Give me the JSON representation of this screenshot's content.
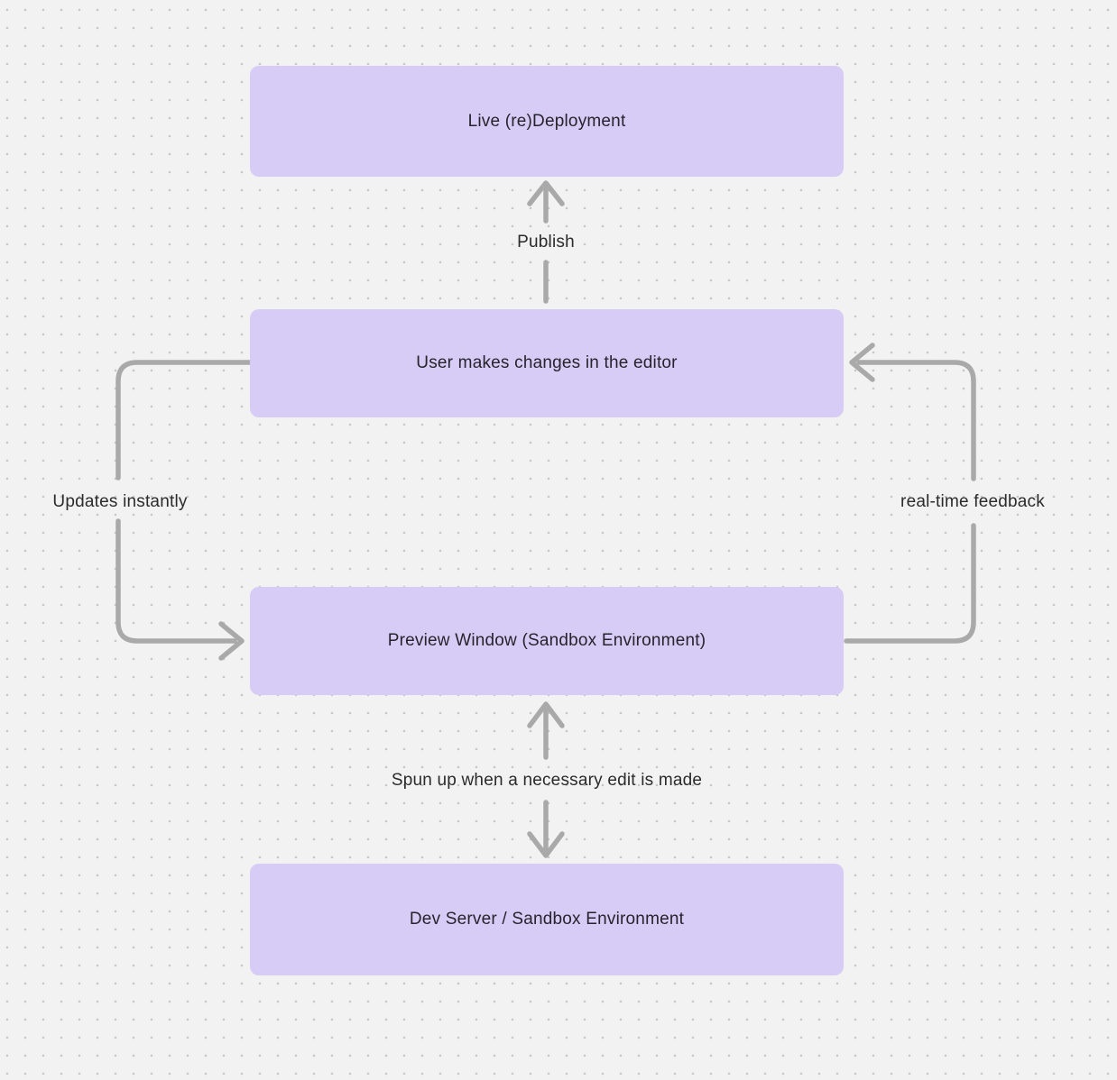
{
  "colors": {
    "background": "#f2f2f2",
    "grid_dot": "#c6c6c6",
    "node_fill": "#d7ccf5",
    "arrow": "#a9a9a9",
    "node_text": "#26242c",
    "label_text": "#2b2b2b"
  },
  "diagram": {
    "nodes": [
      {
        "id": "live-redeployment",
        "label": "Live (re)Deployment"
      },
      {
        "id": "user-editor",
        "label": "User makes changes in the editor"
      },
      {
        "id": "preview-window",
        "label": "Preview Window (Sandbox Environment)"
      },
      {
        "id": "dev-server",
        "label": "Dev Server / Sandbox Environment"
      }
    ],
    "edges": [
      {
        "label": "Publish",
        "from": "user-editor",
        "to": "live-redeployment"
      },
      {
        "label": "Updates instantly",
        "from": "user-editor",
        "to": "preview-window"
      },
      {
        "label": "real-time feedback",
        "from": "preview-window",
        "to": "user-editor"
      },
      {
        "label": "Spun up when a necessary edit is made",
        "from": "preview-window",
        "to": "dev-server",
        "bidirectional": true
      }
    ]
  }
}
